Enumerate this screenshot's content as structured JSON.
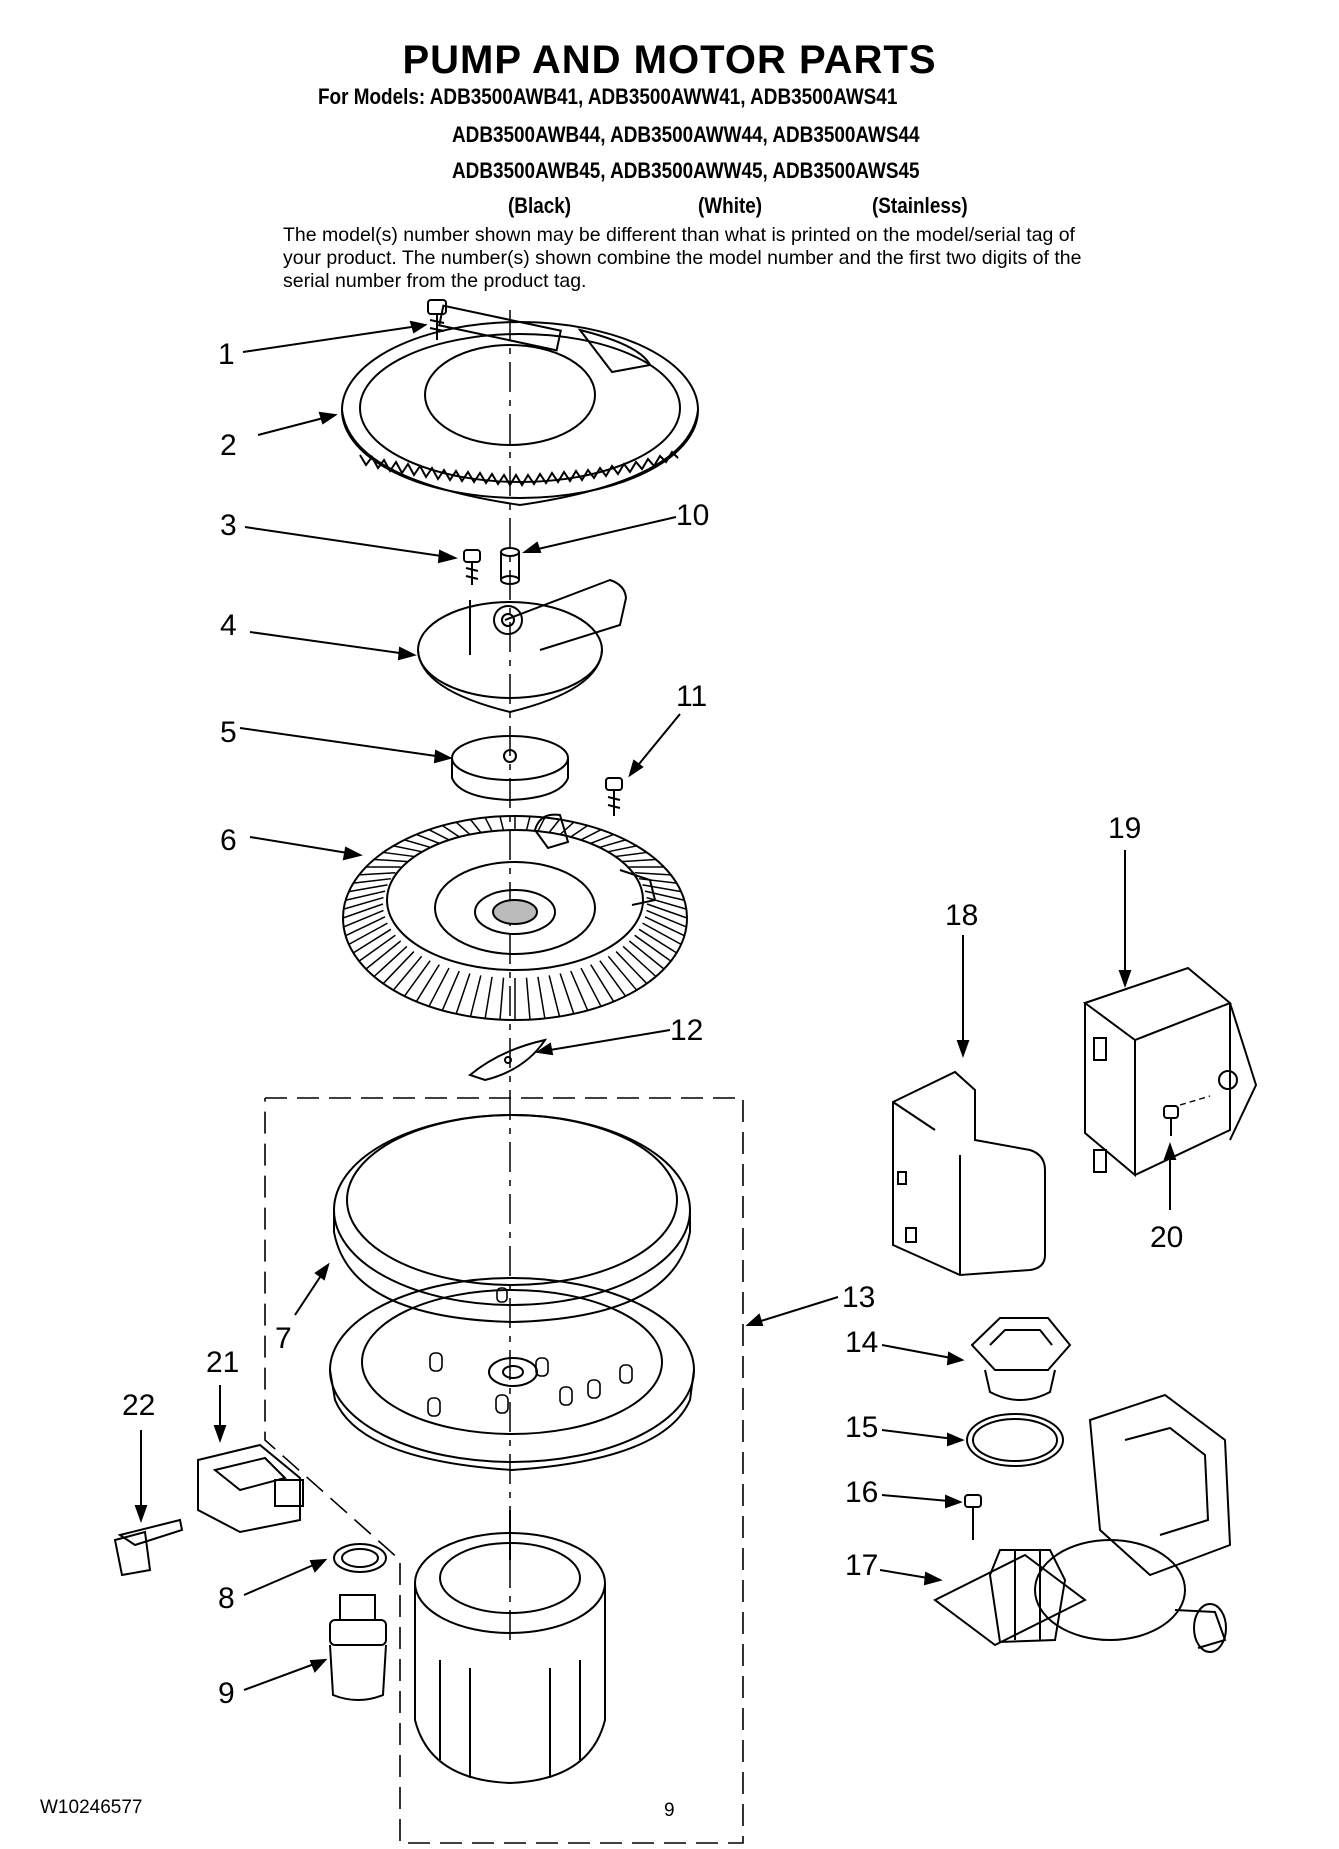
{
  "header": {
    "title": "PUMP AND MOTOR PARTS",
    "models_prefix": "For Models:",
    "model_lines": [
      "ADB3500AWB41, ADB3500AWW41, ADB3500AWS41",
      "ADB3500AWB44, ADB3500AWW44, ADB3500AWS44",
      "ADB3500AWB45, ADB3500AWW45, ADB3500AWS45"
    ],
    "colors": [
      "(Black)",
      "(White)",
      "(Stainless)"
    ],
    "note": "The model(s) number shown may be different than what is printed on the model/serial tag of your product. The number(s) shown combine the model number and the first two digits of the serial number from the product tag."
  },
  "part_callouts": [
    "1",
    "2",
    "3",
    "4",
    "5",
    "6",
    "7",
    "8",
    "9",
    "10",
    "11",
    "12",
    "13",
    "14",
    "15",
    "16",
    "17",
    "18",
    "19",
    "20",
    "21",
    "22"
  ],
  "footer": {
    "doc_number": "W10246577",
    "page_number": "9"
  }
}
